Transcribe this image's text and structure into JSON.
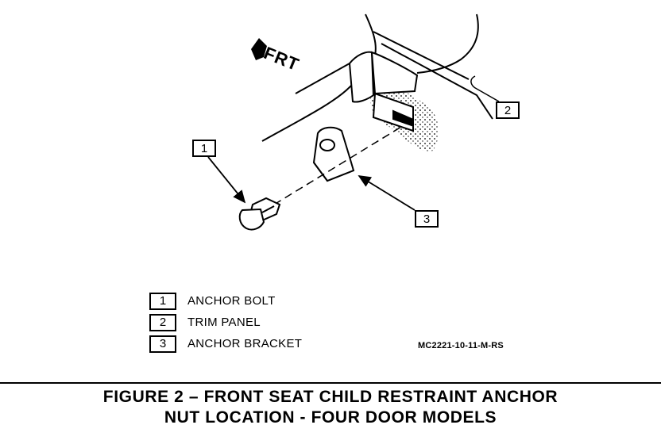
{
  "orientation_label": "FRT",
  "callouts": {
    "bolt": "1",
    "trim_panel": "2",
    "bracket": "3"
  },
  "legend": [
    {
      "number": "1",
      "label": "ANCHOR BOLT"
    },
    {
      "number": "2",
      "label": "TRIM PANEL"
    },
    {
      "number": "3",
      "label": "ANCHOR BRACKET"
    }
  ],
  "part_code": "MC2221-10-11-M-RS",
  "caption": {
    "line1": "FIGURE 2 – FRONT SEAT CHILD RESTRAINT ANCHOR",
    "line2": "NUT LOCATION - FOUR DOOR MODELS"
  }
}
